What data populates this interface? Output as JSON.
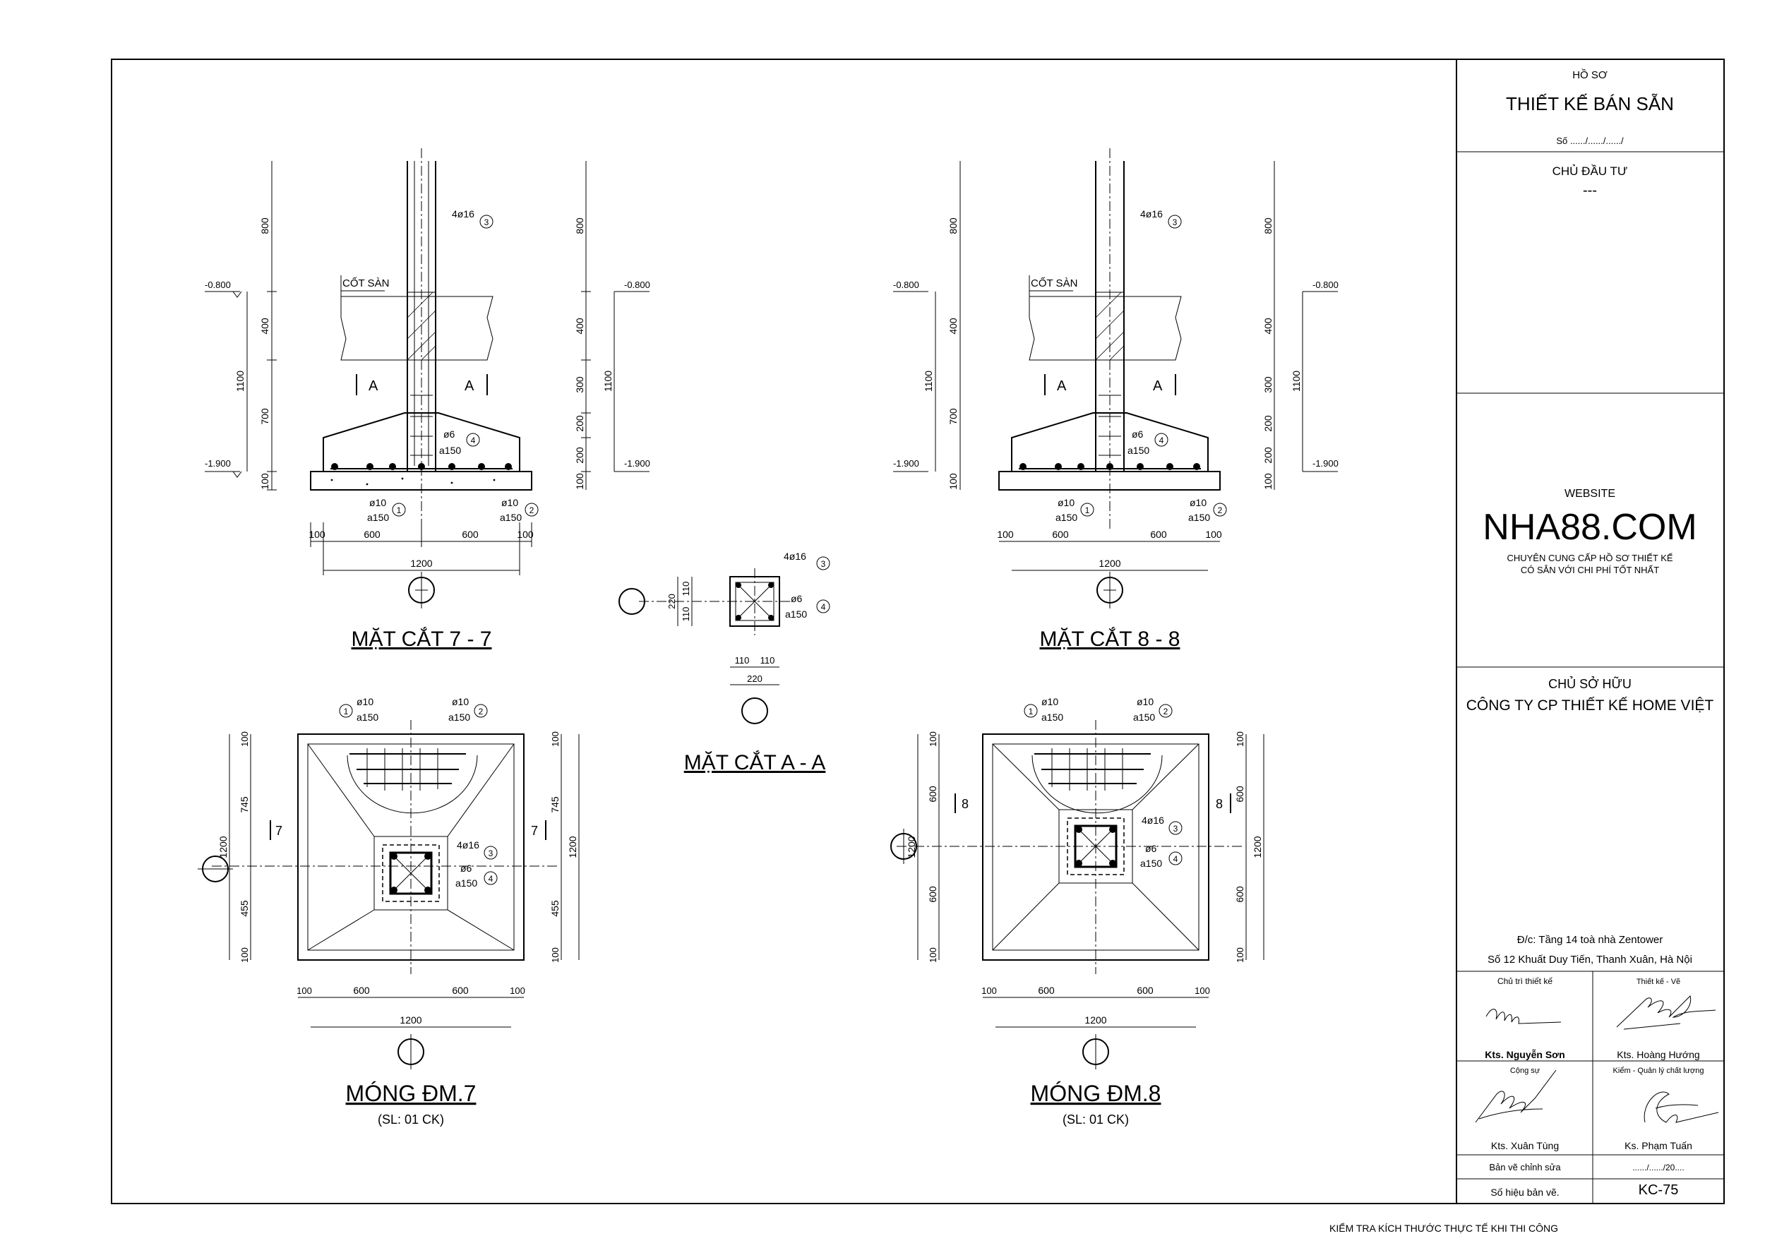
{
  "title_block": {
    "ho_so_label": "HỒ SƠ",
    "ho_so_title": "THIẾT KẾ BÁN SẴN",
    "so_label": "Số ....../....../....../",
    "chu_dau_tu_label": "CHỦ ĐẦU TƯ",
    "chu_dau_tu_value": "---",
    "website_label": "WEBSITE",
    "website_name": "NHA88.COM",
    "tagline_1": "CHUYÊN CUNG CẤP HỒ SƠ THIẾT KẾ",
    "tagline_2": "CÓ SẴN VỚI CHI PHÍ TỐT NHẤT",
    "owner_label": "CHỦ SỞ HỮU",
    "owner_name": "CÔNG TY CP THIẾT KẾ HOME VIỆT",
    "address_1": "Đ/c: Tầng 14 toà nhà Zentower",
    "address_2": "Số 12 Khuất Duy Tiến, Thanh Xuân, Hà Nội",
    "chu_tri_label": "Chủ trì thiết kế",
    "thiet_ke_label": "Thiết kế - Vẽ",
    "chu_tri_name": "Kts. Nguyễn Sơn",
    "thiet_ke_name": "Kts. Hoàng Hướng",
    "cong_su_label": "Cộng sự",
    "kiem_label": "Kiểm - Quản lý chất lượng",
    "cong_su_name": "Kts. Xuân Tùng",
    "kiem_name": "Ks. Phạm Tuấn",
    "chinh_sua_label": "Bản vẽ chỉnh sửa",
    "chinh_sua_value": "....../....../20....",
    "so_hieu_label": "Số hiệu bản vẽ.",
    "so_hieu_value": "KC-75"
  },
  "footer_note": "KIỂM TRA KÍCH THƯỚC THỰC TẾ KHI THI CÔNG",
  "views": {
    "section_7": "MẶT CẮT 7 - 7",
    "section_8": "MẶT CẮT 8 - 8",
    "section_a": "MẶT CẮT A - A",
    "plan_7": "MÓNG  ĐM.7",
    "plan_8": "MÓNG  ĐM.8",
    "qty_7": "(SL: 01 CK)",
    "qty_8": "(SL: 01 CK)"
  },
  "labels": {
    "cot_san": "CỐT SÀN",
    "lvl_top": "-0.800",
    "lvl_bot": "-1.900",
    "bar_main": "4ø16",
    "stirrup_dia": "ø6",
    "spacing": "a150",
    "bar_10": "ø10",
    "sec_a": "A",
    "mark_7": "7",
    "mark_8": "8",
    "c1": "1",
    "c2": "2",
    "c3": "3",
    "c4": "4",
    "d800": "800",
    "d400": "400",
    "d1100": "1100",
    "d700": "700",
    "d300": "300",
    "d200": "200",
    "d100": "100",
    "d600": "600",
    "d1200": "1200",
    "d220": "220",
    "d110": "110",
    "d745": "745",
    "d455": "455"
  }
}
